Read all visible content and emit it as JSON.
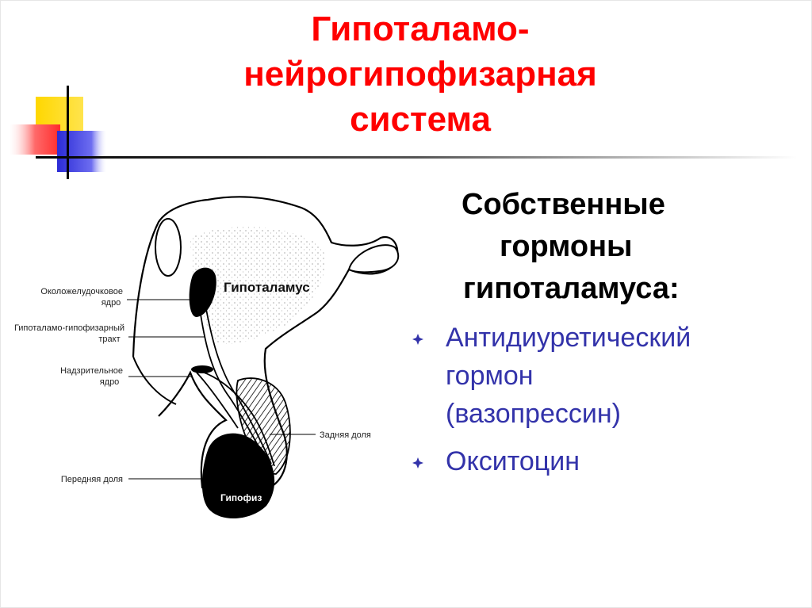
{
  "slide": {
    "title_lines": [
      "Гипоталамо-",
      "нейрогипофизарная",
      "система"
    ],
    "heading_lines": [
      "Собственные",
      "гормоны",
      "гипоталамуса:"
    ],
    "bullets": [
      {
        "lines": [
          "Антидиуретический",
          "гормон",
          "(вазопрессин)"
        ]
      },
      {
        "lines": [
          "Окситоцин"
        ]
      }
    ],
    "colors": {
      "title": "#ff0000",
      "bullet_text": "#3333aa",
      "deco_yellow": "#ffd700",
      "deco_red": "#ff3b3b",
      "deco_blue": "#2b2bd6"
    }
  },
  "diagram": {
    "hypothalamus_label": "Гипоталамус",
    "pituitary_label": "Гипофиз",
    "labels": {
      "paraventricular": [
        "Околожелудочковое",
        "ядро"
      ],
      "tract": [
        "Гипоталамо-гипофизарный",
        "тракт"
      ],
      "supraoptic": [
        "Надзрительное",
        "ядро"
      ],
      "posterior_lobe": "Задняя доля",
      "anterior_lobe": "Передняя доля"
    }
  }
}
